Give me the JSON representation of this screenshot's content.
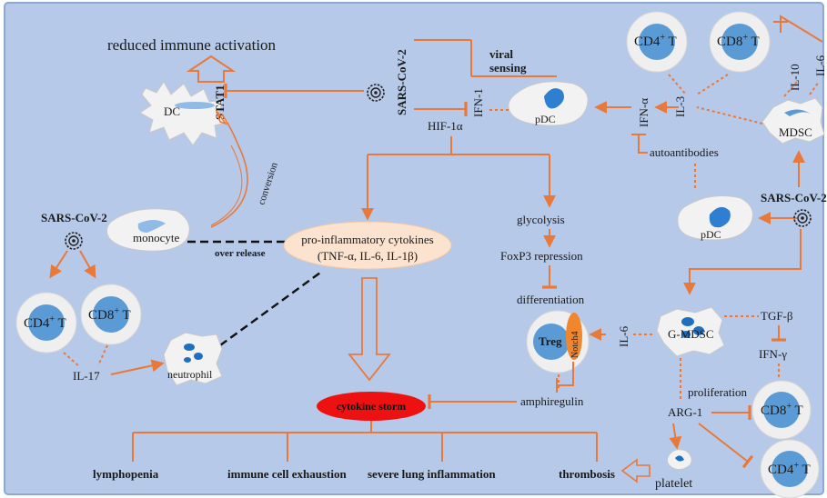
{
  "colors": {
    "background": "#b6c9e8",
    "panel_border": "#8ea8d4",
    "arrow": "#e8793a",
    "cell_fill": "#f2f2f2",
    "cell_outline": "#c8c8c8",
    "nucleus": "#5b9bd5",
    "nucleus_dark": "#1f6fbf",
    "storm": "#ee1111",
    "cytokine_oval": "#fbe3cf",
    "notch": "#f0872e"
  },
  "icons": [
    "virus-icon",
    "cell-icon"
  ],
  "labels": {
    "reduced": "reduced immune activation",
    "dc": "DC",
    "stat1": "STAT1",
    "sars_top": "SARS-CoV-2",
    "viral_sensing_1": "viral",
    "viral_sensing_2": "sensing",
    "ifn1": "IFN-1",
    "hif": "HIF-1α",
    "pdc_top": "pDC",
    "ifn_alpha": "IFN-α",
    "il3": "IL-3",
    "cd4_tr": "CD4",
    "cd8_tr": "CD8",
    "il10": "IL-10",
    "il6_tr": "IL-6",
    "mdsc": "MDSC",
    "autoantibodies": "autoantibodies",
    "conversion": "conversion",
    "sars_left": "SARS-CoV-2",
    "monocyte": "monocyte",
    "over_release": "over release",
    "cyto_1": "pro-inflammatory cytokines",
    "cyto_2": "(TNF-α, IL-6, IL-1β)",
    "glycolysis": "glycolysis",
    "foxp3": "FoxP3 repression",
    "pdc_right": "pDC",
    "sars_right": "SARS-CoV-2",
    "cd4_left": "CD4",
    "cd8_left": "CD8",
    "il17": "IL-17",
    "neutrophil": "neutrophil",
    "differentiation": "differentiation",
    "treg": "Treg",
    "notch4": "Notch4",
    "il6_mid": "IL-6",
    "gmdsc": "G-MDSC",
    "tgfb": "TGF-β",
    "ifng": "IFN-γ",
    "storm": "cytokine storm",
    "amphiregulin": "amphiregulin",
    "proliferation": "proliferation",
    "arg1": "ARG-1",
    "cd8_br": "CD8",
    "cd4_br": "CD4",
    "platelet": "platelet",
    "sup_plus": "+",
    "t_suffix": " T",
    "lymphopenia": "lymphopenia",
    "exhaustion": "immune cell exhaustion",
    "lung": "severe lung inflammation",
    "thrombosis": "thrombosis"
  }
}
